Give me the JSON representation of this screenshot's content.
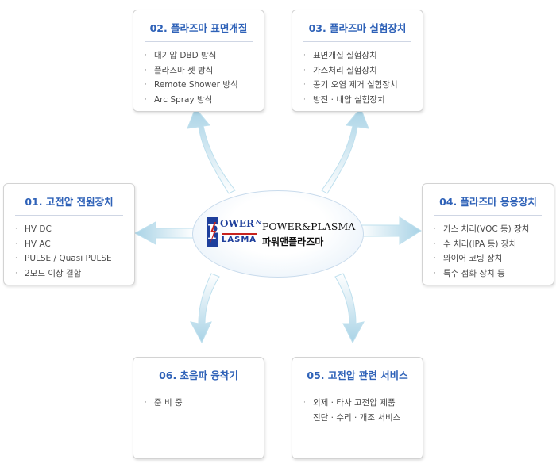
{
  "center": {
    "logo_letter": "P",
    "logo_line1": "OWER",
    "logo_amp": "&",
    "logo_line2": "LASMA",
    "name_en": "POWER&PLASMA",
    "name_ko": "파워앤플라즈마"
  },
  "boxes": {
    "b01": {
      "title": "01. 고전압 전원장치",
      "items": [
        "HV DC",
        "HV AC",
        "PULSE / Quasi PULSE",
        "2모드 이상 결합"
      ]
    },
    "b02": {
      "title": "02. 플라즈마 표면개질",
      "items": [
        "대기압 DBD 방식",
        "플라즈마 젯 방식",
        "Remote Shower 방식",
        "Arc Spray 방식"
      ]
    },
    "b03": {
      "title": "03. 플라즈마 실험장치",
      "items": [
        "표면개질 실험장치",
        "가스처리 실험장치",
        "공기 오염 제거 실험장치",
        "방전 · 내압 실험장치"
      ]
    },
    "b04": {
      "title": "04. 플라즈마 응용장치",
      "items": [
        "가스 처리(VOC 등) 장치",
        "수 처리(IPA 등) 장치",
        "와이어 코팅 장치",
        "특수 점화 장치 등"
      ]
    },
    "b05": {
      "title": "05. 고전압 관련 서비스",
      "items": [
        "외제 · 타사 고전압 제품",
        "진단 · 수리 · 개조 서비스"
      ]
    },
    "b06": {
      "title": "06. 초음파 융착기",
      "items": [
        "준 비 중"
      ]
    }
  },
  "colors": {
    "title_blue": "#2f62b8",
    "arrow_light": "#e8f4fa",
    "arrow_dark": "#a9d3e6",
    "logo_navy": "#1e3f9c",
    "logo_red": "#c8241e"
  },
  "bullet_glyph": "·"
}
